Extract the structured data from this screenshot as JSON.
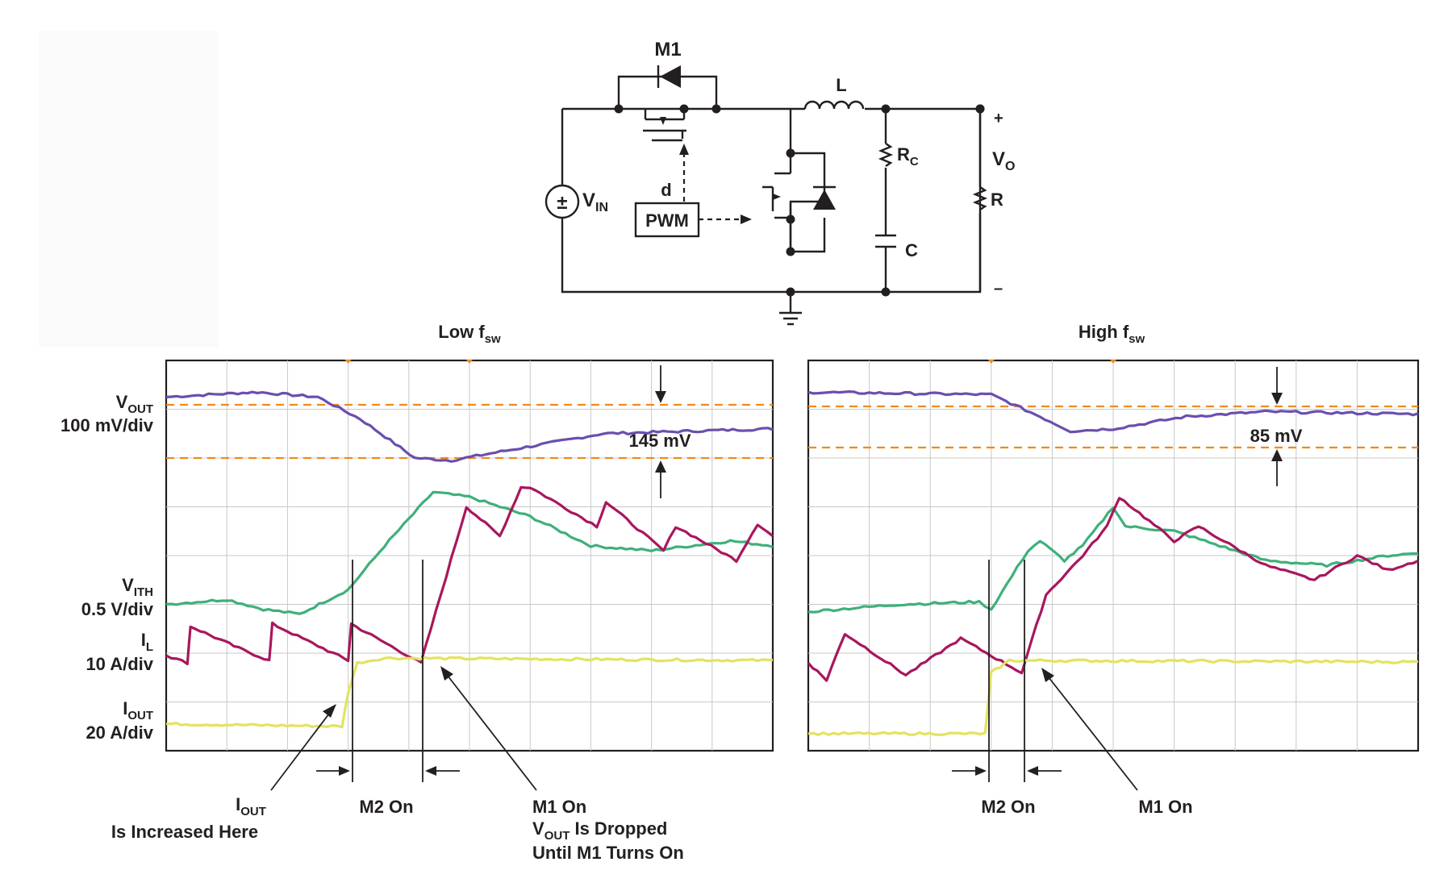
{
  "circuit": {
    "labels": {
      "m1": "M1",
      "l": "L",
      "rc": "R",
      "rc_sub": "C",
      "vo": "V",
      "vo_sub": "O",
      "vin": "V",
      "vin_sub": "IN",
      "d": "d",
      "pwm": "PWM",
      "r": "R",
      "c": "C",
      "plus": "+",
      "minus": "–",
      "source_symbol": "±"
    }
  },
  "left_panel": {
    "title_main": "Low f",
    "title_sub": "sw",
    "measurement": "145 mV",
    "annotations": {
      "iout_main": "I",
      "iout_sub": "OUT",
      "iout_line2": "Is Increased Here",
      "m2_on": "M2 On",
      "m1_on": "M1 On",
      "vout_main": "V",
      "vout_sub": "OUT",
      "vout_rest": " Is Dropped",
      "until": "Until M1 Turns On"
    }
  },
  "right_panel": {
    "title_main": "High f",
    "title_sub": "sw",
    "measurement": "85 mV",
    "annotations": {
      "m2_on": "M2 On",
      "m1_on": "M1 On"
    }
  },
  "channel_labels": [
    {
      "main": "V",
      "sub": "OUT",
      "scale": "100 mV/div"
    },
    {
      "main": "V",
      "sub": "ITH",
      "scale": "0.5 V/div"
    },
    {
      "main": "I",
      "sub": "L",
      "scale": "10 A/div"
    },
    {
      "main": "I",
      "sub": "OUT",
      "scale": "20 A/div"
    }
  ],
  "colors": {
    "vout": "#6a4fae",
    "vith": "#3fb07a",
    "il": "#a8175d",
    "iout": "#e3e360",
    "reference_lines": "#f08a1c",
    "grid": "#c8c8c8",
    "ink": "#231f20"
  },
  "chart_data": [
    {
      "type": "line",
      "title": "Low fsw",
      "measurement": "145 mV",
      "x_divisions": 10,
      "y_divisions": 8,
      "series": [
        {
          "name": "VOUT",
          "scale": "100 mV/div",
          "points": [
            [
              0,
              7.25
            ],
            [
              0.7,
              7.3
            ],
            [
              1.5,
              7.35
            ],
            [
              2.5,
              7.25
            ],
            [
              3.2,
              6.8
            ],
            [
              4.1,
              6.0
            ],
            [
              4.7,
              5.95
            ],
            [
              5.6,
              6.15
            ],
            [
              7.2,
              6.5
            ],
            [
              10,
              6.6
            ]
          ]
        },
        {
          "name": "VITH",
          "scale": "0.5 V/div",
          "points": [
            [
              0,
              3.0
            ],
            [
              1.0,
              3.1
            ],
            [
              1.6,
              2.9
            ],
            [
              2.2,
              2.8
            ],
            [
              3.0,
              3.3
            ],
            [
              3.6,
              4.2
            ],
            [
              4.4,
              5.3
            ],
            [
              5.0,
              5.2
            ],
            [
              6.0,
              4.8
            ],
            [
              7.0,
              4.2
            ],
            [
              8.0,
              4.1
            ],
            [
              9.3,
              4.3
            ],
            [
              10,
              4.2
            ]
          ]
        },
        {
          "name": "IL",
          "scale": "10 A/div",
          "points": [
            [
              0,
              1.95
            ],
            [
              0.35,
              1.8
            ],
            [
              0.4,
              2.55
            ],
            [
              1.2,
              2.1
            ],
            [
              1.7,
              1.85
            ],
            [
              1.75,
              2.6
            ],
            [
              3.0,
              1.85
            ],
            [
              3.05,
              2.6
            ],
            [
              4.2,
              1.8
            ],
            [
              4.95,
              5.0
            ],
            [
              5.5,
              4.4
            ],
            [
              5.85,
              5.4
            ],
            [
              6.0,
              5.4
            ],
            [
              7.1,
              4.6
            ],
            [
              7.25,
              5.1
            ],
            [
              8.2,
              4.1
            ],
            [
              8.4,
              4.6
            ],
            [
              9.4,
              3.9
            ],
            [
              9.75,
              4.65
            ],
            [
              10,
              4.4
            ]
          ]
        },
        {
          "name": "IOUT",
          "scale": "20 A/div",
          "points": [
            [
              0,
              0.55
            ],
            [
              2.9,
              0.5
            ],
            [
              3.0,
              1.2
            ],
            [
              3.15,
              1.8
            ],
            [
              3.6,
              1.9
            ],
            [
              10,
              1.85
            ]
          ]
        }
      ],
      "events": [
        "M2 On",
        "M1 On"
      ]
    },
    {
      "type": "line",
      "title": "High fsw",
      "measurement": "85 mV",
      "x_divisions": 10,
      "y_divisions": 8,
      "series": [
        {
          "name": "VOUT",
          "scale": "100 mV/div",
          "points": [
            [
              0,
              7.35
            ],
            [
              3.0,
              7.3
            ],
            [
              3.8,
              6.85
            ],
            [
              4.3,
              6.55
            ],
            [
              5.0,
              6.6
            ],
            [
              6.2,
              6.85
            ],
            [
              7.5,
              6.95
            ],
            [
              10,
              6.9
            ]
          ]
        },
        {
          "name": "VITH",
          "scale": "0.5 V/div",
          "points": [
            [
              0,
              2.85
            ],
            [
              1.5,
              3.0
            ],
            [
              2.8,
              3.05
            ],
            [
              3.0,
              2.9
            ],
            [
              3.6,
              4.1
            ],
            [
              3.8,
              4.3
            ],
            [
              4.2,
              3.9
            ],
            [
              4.5,
              4.2
            ],
            [
              5.0,
              5.0
            ],
            [
              5.2,
              4.6
            ],
            [
              6.0,
              4.5
            ],
            [
              7.5,
              3.9
            ],
            [
              8.5,
              3.8
            ],
            [
              9.5,
              4.0
            ],
            [
              10,
              4.05
            ]
          ]
        },
        {
          "name": "IL",
          "scale": "10 A/div",
          "points": [
            [
              0,
              1.8
            ],
            [
              0.3,
              1.45
            ],
            [
              0.6,
              2.4
            ],
            [
              1.6,
              1.55
            ],
            [
              2.5,
              2.3
            ],
            [
              3.5,
              1.6
            ],
            [
              3.9,
              3.2
            ],
            [
              4.5,
              4.0
            ],
            [
              4.9,
              4.6
            ],
            [
              5.1,
              5.2
            ],
            [
              6.0,
              4.3
            ],
            [
              6.4,
              4.6
            ],
            [
              7.5,
              3.8
            ],
            [
              8.3,
              3.5
            ],
            [
              9.0,
              4.0
            ],
            [
              9.5,
              3.7
            ],
            [
              10,
              3.9
            ]
          ]
        },
        {
          "name": "IOUT",
          "scale": "20 A/div",
          "points": [
            [
              0,
              0.35
            ],
            [
              2.9,
              0.35
            ],
            [
              3.0,
              1.6
            ],
            [
              3.3,
              1.85
            ],
            [
              10,
              1.82
            ]
          ]
        }
      ],
      "events": [
        "M2 On",
        "M1 On"
      ]
    }
  ]
}
